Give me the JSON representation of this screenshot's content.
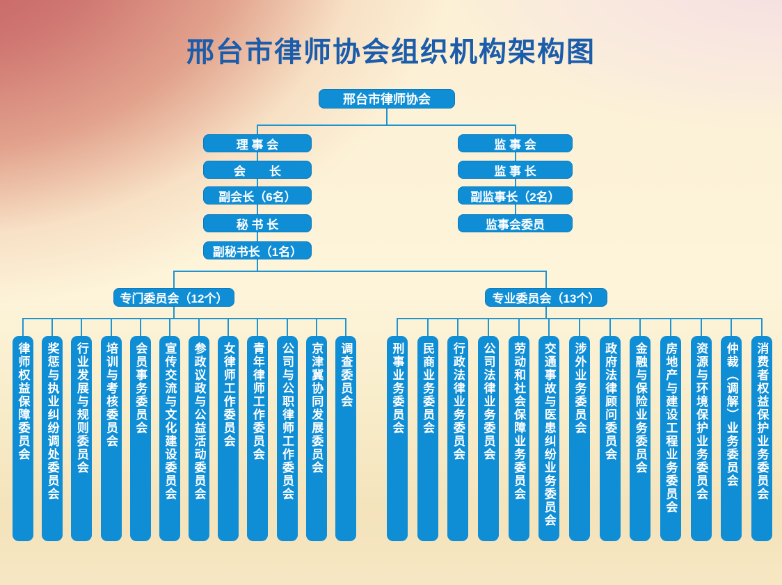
{
  "title": "邢台市律师协会组织机构架构图",
  "root": {
    "label": "邢台市律师协会"
  },
  "colors": {
    "box_blue": "#0f8ed6",
    "line_blue": "#1e94d2",
    "title_blue": "#1b5cab",
    "background_cream": "#fdf3d8",
    "background_red_corner": "#c0585e",
    "text_white": "#ffffff"
  },
  "council_chain": [
    "理 事 会",
    "会　　长",
    "副会长（6名）",
    "秘 书 长",
    "副秘书长（1名）"
  ],
  "supervisor_chain": [
    "监 事 会",
    "监 事 长",
    "副监事长（2名）",
    "监事会委员"
  ],
  "special_committees": {
    "header": "专门委员会（12个）",
    "items": [
      "律师权益保障委员会",
      "奖惩与执业纠纷调处委员会",
      "行业发展与规则委员会",
      "培训与考核委员会",
      "会员事务委员会",
      "宣传交流与文化建设委员会",
      "参政议政与公益活动委员会",
      "女律师工作委员会",
      "青年律师工作委员会",
      "公司与公职律师工作委员会",
      "京津冀协同发展委员会",
      "调查委员会"
    ]
  },
  "professional_committees": {
    "header": "专业委员会（13个）",
    "items": [
      "刑事业务委员会",
      "民商业务委员会",
      "行政法律业务委员会",
      "公司法律业务委员会",
      "劳动和社会保障业务委员会",
      "交通事故与医患纠纷业务委员会",
      "涉外业务委员会",
      "政府法律顾问委员会",
      "金融与保险业务委员会",
      "房地产与建设工程业务委员会",
      "资源与环境保护业务委员会",
      "仲裁（调解）业务委员会",
      "消费者权益保护业务委员会"
    ]
  }
}
